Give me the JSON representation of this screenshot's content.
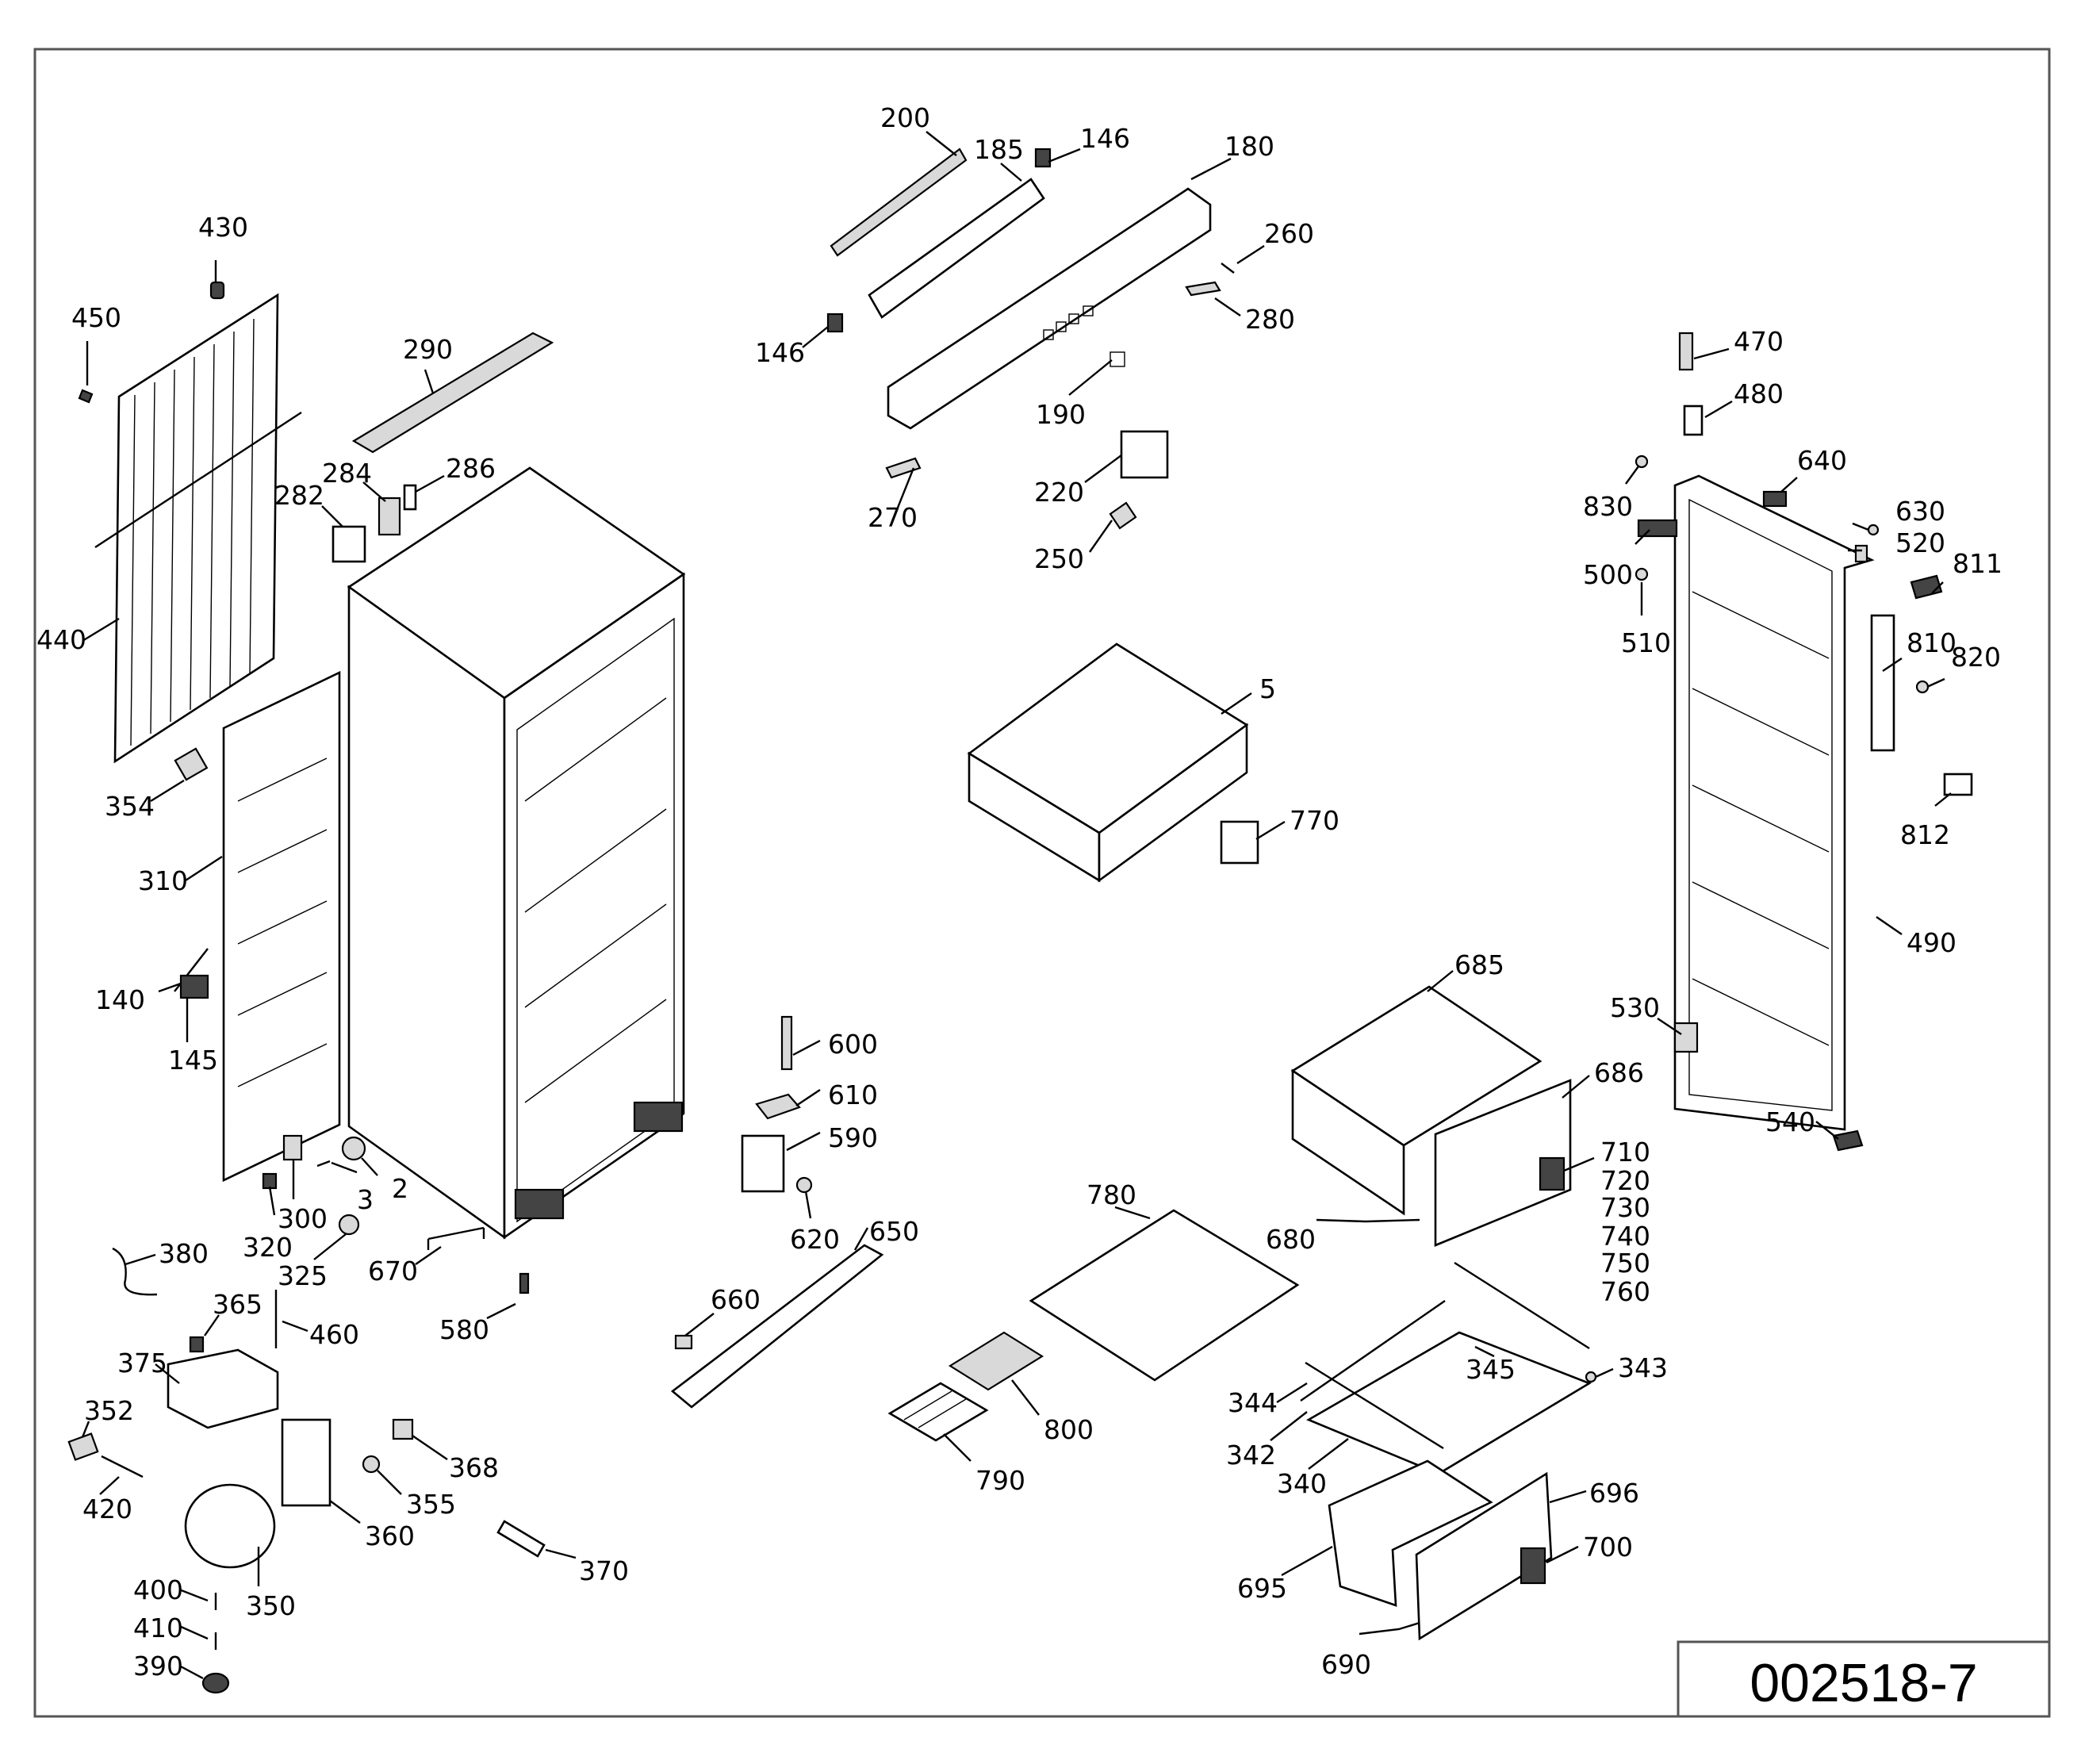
{
  "diagram": {
    "reference_number": "002518-7",
    "part_labels": {
      "l200": "200",
      "l185": "185",
      "l146a": "146",
      "l180": "180",
      "l260": "260",
      "l146b": "146",
      "l280": "280",
      "l190": "190",
      "l270": "270",
      "l220": "220",
      "l250": "250",
      "l430": "430",
      "l450": "450",
      "l290": "290",
      "l284": "284",
      "l286": "286",
      "l282": "282",
      "l440": "440",
      "l354": "354",
      "l310": "310",
      "l140": "140",
      "l145": "145",
      "l300": "300",
      "l3": "3",
      "l2": "2",
      "l320": "320",
      "l325": "325",
      "l380": "380",
      "l670": "670",
      "l580": "580",
      "l365": "365",
      "l460": "460",
      "l375": "375",
      "l352": "352",
      "l420": "420",
      "l368": "368",
      "l355": "355",
      "l360": "360",
      "l350": "350",
      "l400": "400",
      "l410": "410",
      "l390": "390",
      "l370": "370",
      "l600": "600",
      "l610": "610",
      "l590": "590",
      "l620": "620",
      "l650": "650",
      "l660": "660",
      "l5": "5",
      "l770": "770",
      "l685": "685",
      "l686": "686",
      "l710": "710",
      "l720": "720",
      "l730": "730",
      "l740": "740",
      "l750": "750",
      "l760": "760",
      "l680": "680",
      "l780": "780",
      "l800": "800",
      "l790": "790",
      "l345": "345",
      "l343": "343",
      "l344": "344",
      "l342": "342",
      "l340": "340",
      "l696": "696",
      "l700": "700",
      "l695": "695",
      "l690": "690",
      "l470": "470",
      "l480": "480",
      "l640": "640",
      "l830": "830",
      "l630": "630",
      "l520": "520",
      "l500": "500",
      "l811": "811",
      "l510": "510",
      "l810": "810",
      "l820": "820",
      "l812": "812",
      "l490": "490",
      "l530": "530",
      "l540": "540"
    }
  }
}
